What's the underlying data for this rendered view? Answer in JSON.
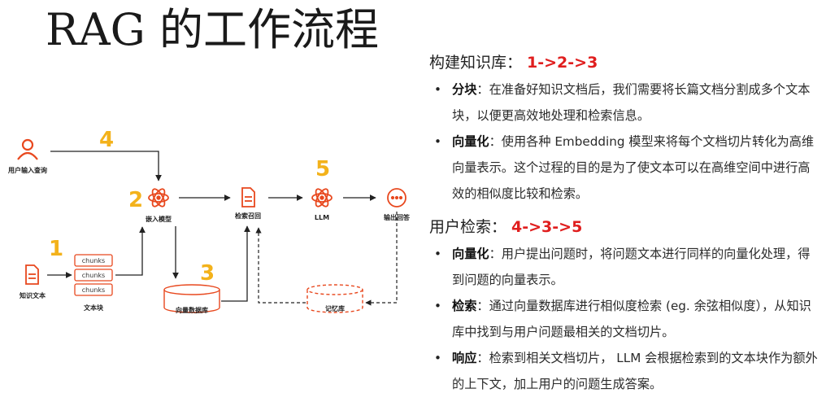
{
  "title": "RAG 的工作流程",
  "diagram": {
    "nodes": {
      "user_query": "用户输入查询",
      "embed_model": "嵌入模型",
      "retrieve": "检索召回",
      "llm": "LLM",
      "output": "输出回答",
      "knowledge_text": "知识文本",
      "text_chunks": "文本块",
      "vector_db": "向量数据库",
      "memory": "记忆库"
    },
    "chunks": [
      "chunks",
      "chunks",
      "chunks"
    ],
    "step_numbers": {
      "n1": "1",
      "n2": "2",
      "n3": "3",
      "n4": "4",
      "n5": "5"
    },
    "colors": {
      "accent": "#e8481e",
      "step": "#f3b21b",
      "arrow": "#222222"
    }
  },
  "build": {
    "heading": "构建知识库：",
    "steps": "1->2->3",
    "items": [
      {
        "kw": "分块",
        "text": "：在准备好知识文档后，我们需要将长篇文档分割成多个文本块，以便更高效地处理和检索信息。"
      },
      {
        "kw": "向量化",
        "text": "：使用各种 Embedding 模型来将每个文档切片转化为高维向量表示。这个过程的目的是为了使文本可以在高维空间中进行高效的相似度比较和检索。"
      }
    ]
  },
  "search": {
    "heading": "用户检索：",
    "steps": "4->3->5",
    "items": [
      {
        "kw": "向量化",
        "text": "：用户提出问题时，将问题文本进行同样的向量化处理，得到问题的向量表示。"
      },
      {
        "kw": "检索",
        "text": "：通过向量数据库进行相似度检索 (eg. 余弦相似度），从知识库中找到与用户问题最相关的文档切片。"
      },
      {
        "kw": "响应",
        "text": "：检索到相关文档切片， LLM 会根据检索到的文本块作为额外的上下文，加上用户的问题生成答案。"
      }
    ]
  }
}
